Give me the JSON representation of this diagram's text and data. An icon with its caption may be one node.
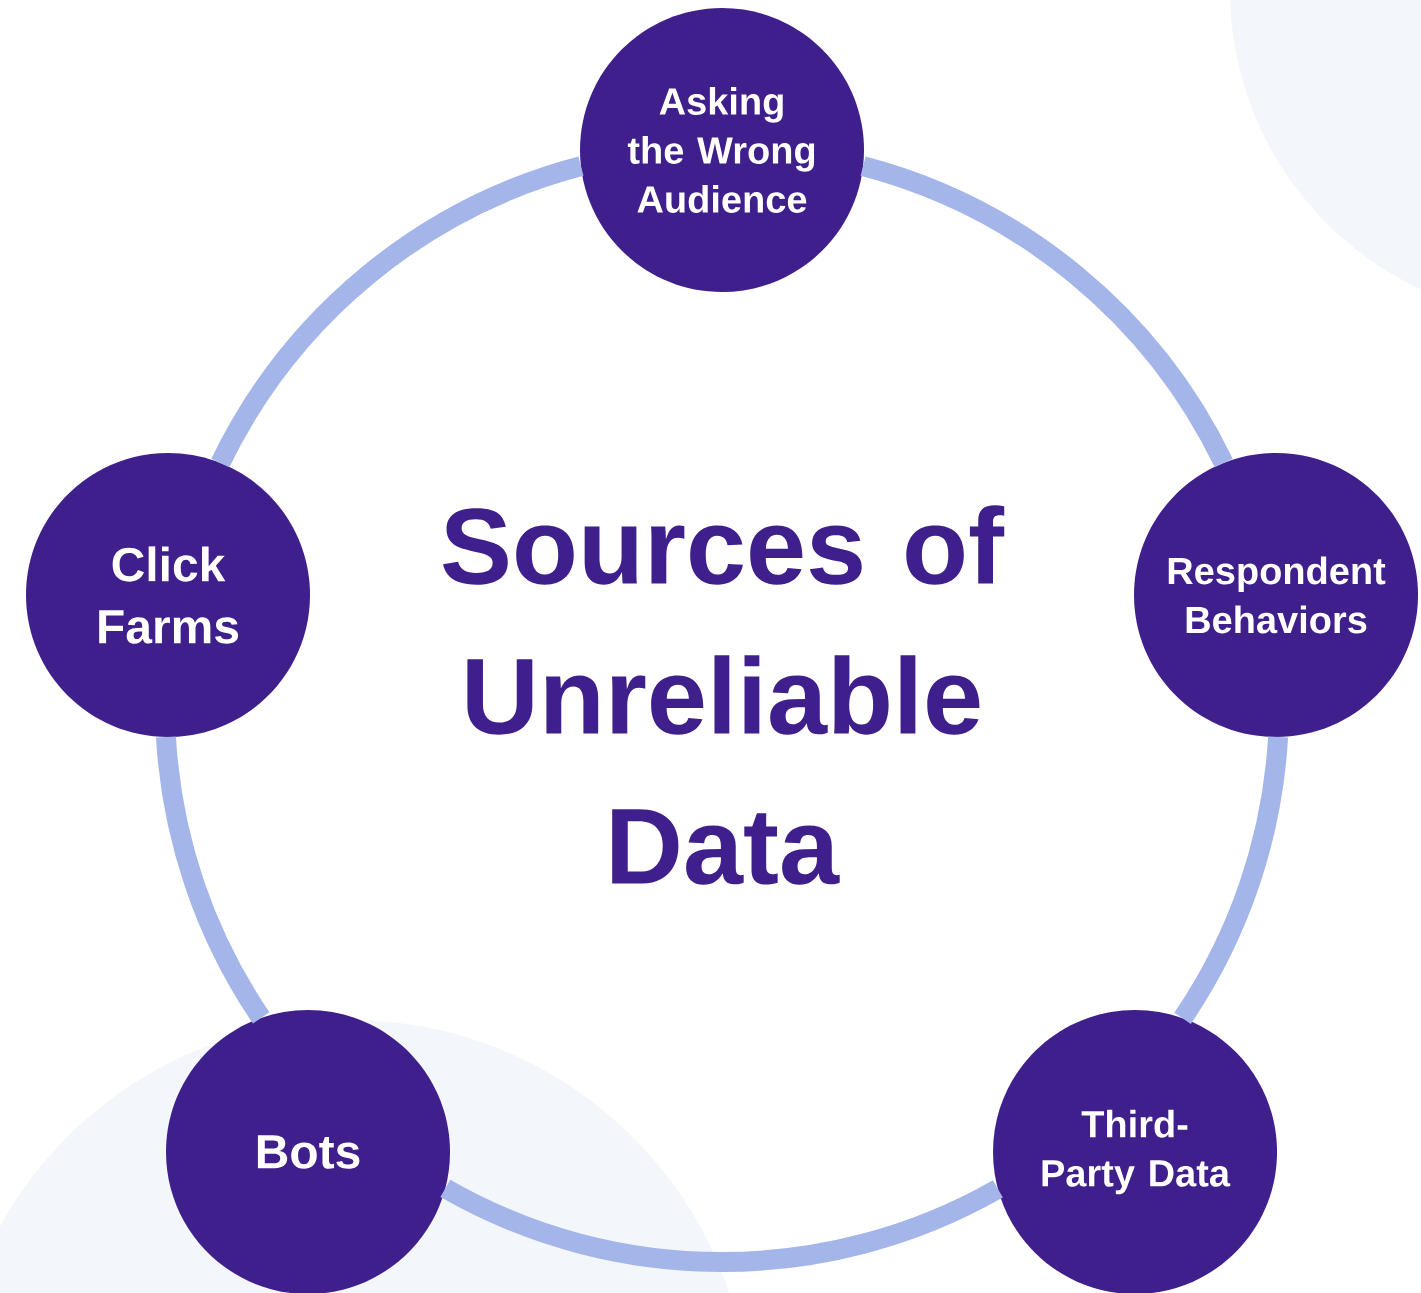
{
  "diagram": {
    "title": "Sources of Unreliable Data",
    "nodes": [
      {
        "text": [
          "Asking the Wrong Audience"
        ]
      },
      {
        "text": [
          "Click Farms"
        ]
      },
      {
        "text": [
          "Respondent Behaviors"
        ]
      },
      {
        "text": [
          "Bots"
        ]
      },
      {
        "text": [
          "Third-Party Data"
        ]
      }
    ],
    "edges": [
      {
        "from": 0,
        "to": 2,
        "arrow": "none"
      },
      {
        "from": 2,
        "to": 4,
        "arrow": "none"
      },
      {
        "from": 4,
        "to": 3,
        "arrow": "none"
      },
      {
        "from": 3,
        "to": 1,
        "arrow": "none"
      },
      {
        "from": 1,
        "to": 0,
        "arrow": "none"
      }
    ]
  }
}
